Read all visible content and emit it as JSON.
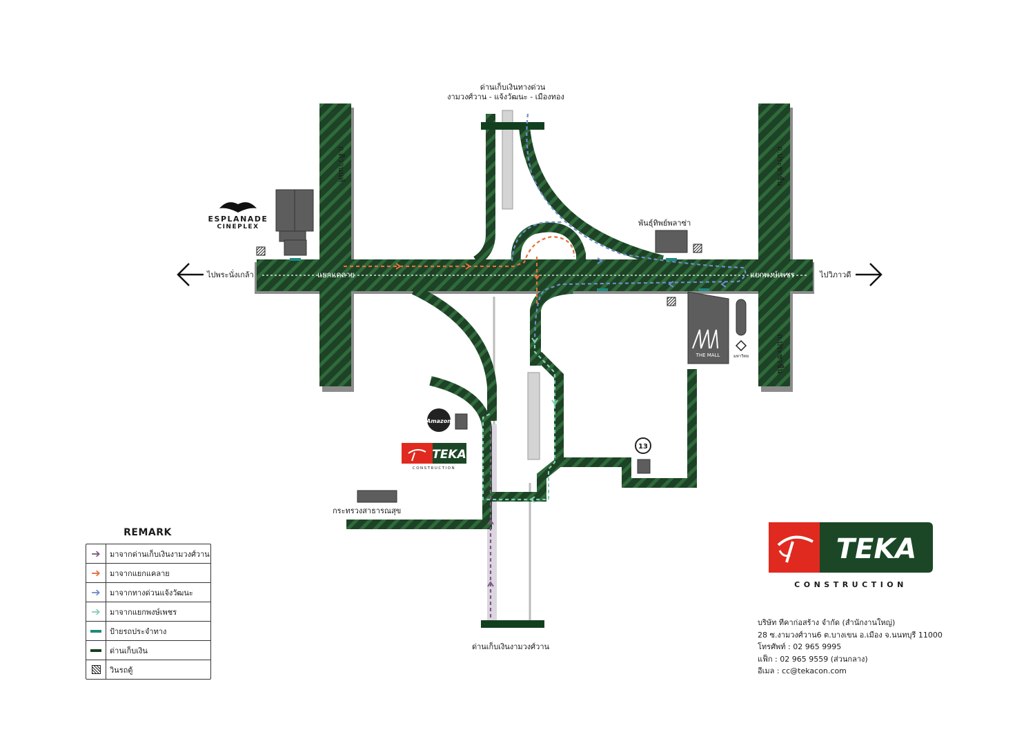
{
  "map": {
    "toll_top": [
      "ด่านเก็บเงินทางด่วน",
      "งามวงศ์วาน - แจ้งวัฒนะ - เมืองทอง"
    ],
    "toll_bottom": "ด่านเก็บเงินงามวงศ์วาน",
    "left_road": "ถ.ติวานนท์",
    "right_road_top": "ถ.ประชาชื่น",
    "right_road_bottom": "ถ.ประชาชื่น",
    "to_left": "ไปพระนั่งเกล้า",
    "to_right": "ไปวิภาวดี",
    "junction_left": "แยกแคลาย",
    "junction_right": "แยกพงษ์เพชร",
    "plaza": "พันธุ์ทิพย์พลาซ่า",
    "ministry": "กระทรวงสาธารณสุข",
    "esplanade_line1": "ESPLANADE",
    "esplanade_line2": "CINEPLEX",
    "mall_name": "THE MALL",
    "amazon": "Amazon",
    "teka_small": "TEKA",
    "teka_small_sub": "CONSTRUCTION",
    "temple_label": "มหาวิทย",
    "coin_label": "13"
  },
  "legend": {
    "title": "REMARK",
    "items": [
      {
        "label": "มาจากด่านเก็บเงินงามวงศ์วาน",
        "color": "#7d5a82",
        "kind": "arrow"
      },
      {
        "label": "มาจากแยกแคลาย",
        "color": "#e2703a",
        "kind": "arrow"
      },
      {
        "label": "มาจากทางด่วนแจ้งวัฒนะ",
        "color": "#6f8fc9",
        "kind": "arrow"
      },
      {
        "label": "มาจากแยกพงษ์เพชร",
        "color": "#86d0b4",
        "kind": "arrow"
      },
      {
        "label": "ป้ายรถประจำทาง",
        "color": "#1f8a80",
        "kind": "bar"
      },
      {
        "label": "ด่านเก็บเงิน",
        "color": "#12401f",
        "kind": "bar"
      },
      {
        "label": "วินรถตู้",
        "color": "#222222",
        "kind": "hatch"
      }
    ]
  },
  "brand": {
    "name": "TEKA",
    "sub": "CONSTRUCTION",
    "red": "#e02a1f",
    "green": "#1b4726"
  },
  "company": {
    "name": "บริษัท ทีคาก่อสร้าง จำกัด (สำนักงานใหญ่)",
    "address": "28 ซ.งามวงศ์วาน6 ต.บางเขน อ.เมือง จ.นนทบุรี 11000",
    "phone": "โทรศัพท์ : 02 965 9995",
    "fax": "แฟ็ก : 02 965 9559 (ส่วนกลาง)",
    "email": "อีเมล : cc@tekacon.com"
  },
  "colors": {
    "road": "#1d4226",
    "road_stripe": "#2f6a3a",
    "shadow": "#8c8c8c",
    "building": "#5d5d5d",
    "route_purple": "#7d5a82",
    "route_orange": "#e2703a",
    "route_blue": "#6f8fc9",
    "route_mint": "#86d0b4",
    "bus_stop": "#1f8a80"
  }
}
